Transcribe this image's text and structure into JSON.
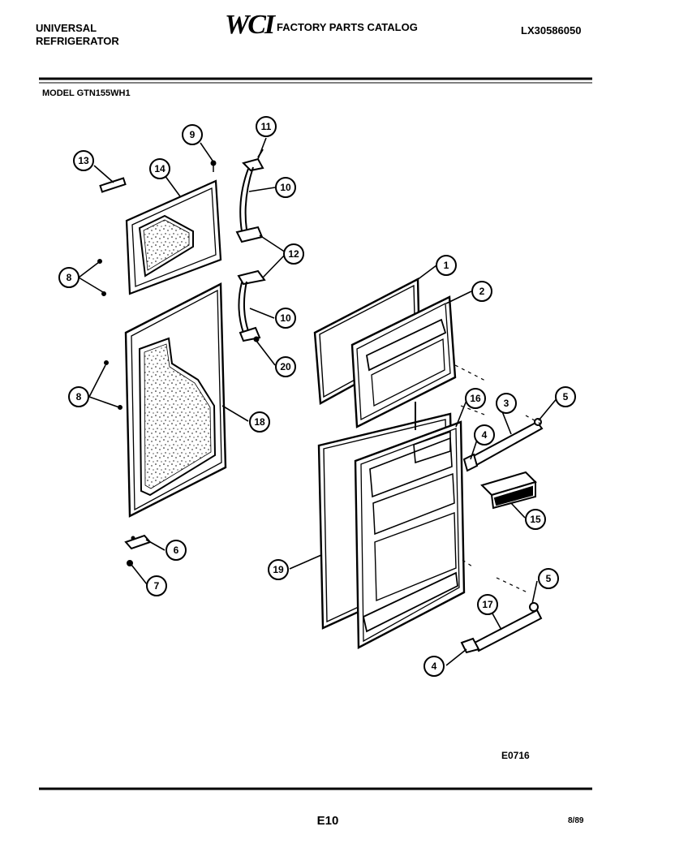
{
  "header": {
    "brand_line1": "UNIVERSAL",
    "brand_line2": "REFRIGERATOR",
    "logo_text": "WCI",
    "catalog_title": "FACTORY PARTS CATALOG",
    "catalog_number": "LX30586050",
    "model": "MODEL GTN155WH1"
  },
  "callouts": {
    "c1": "1",
    "c2": "2",
    "c3": "3",
    "c4a": "4",
    "c4b": "4",
    "c5a": "5",
    "c5b": "5",
    "c6": "6",
    "c7": "7",
    "c8a": "8",
    "c8b": "8",
    "c9": "9",
    "c10a": "10",
    "c10b": "10",
    "c11": "11",
    "c12": "12",
    "c13": "13",
    "c14": "14",
    "c15": "15",
    "c16": "16",
    "c17": "17",
    "c18": "18",
    "c19": "19",
    "c20": "20"
  },
  "footer": {
    "figure_code": "E0716",
    "page": "E10",
    "date": "8/89"
  }
}
